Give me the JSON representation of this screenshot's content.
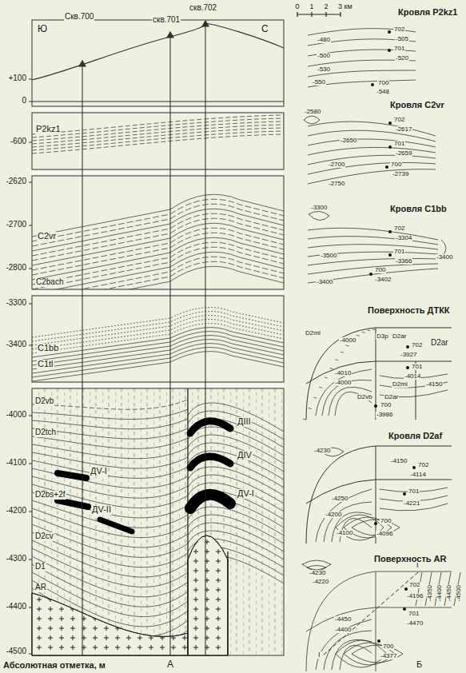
{
  "diagram": {
    "labels": [
      "Ю",
      "Скв.700",
      "скв.701",
      "скв.702",
      "С",
      "+100",
      "0",
      "-600",
      "P2kz1",
      "-2620",
      "-2700",
      "-2800",
      "C2vr",
      "C2bach",
      "-3300",
      "-3400",
      "C1bb",
      "C1tl",
      "D2vb",
      "-4000",
      "D2tch",
      "-4100",
      "-4200",
      "D2bs+2f",
      "-4300",
      "D2cv",
      "D1",
      "-4400",
      "AR",
      "-4500",
      "ДIII",
      "ДIV",
      "ДV-I",
      "ДV-I",
      "ДV-II",
      "А",
      "Абсолютная отметка, м",
      "0",
      "1",
      "2",
      "3 км",
      "Кровля P2kz1",
      "702",
      "-505",
      "701",
      "-520",
      "-480",
      "-500",
      "-530",
      "-550",
      "700",
      "-548",
      "Кровля C2vr",
      "-2580",
      "702",
      "-2617",
      "-2650",
      "701",
      "-2659",
      "-2700",
      "700",
      "-2739",
      "-2750",
      "Кровля C1bb",
      "-3300",
      "702",
      "-3304",
      "701",
      "-3366",
      "-3500",
      "-3400",
      "700",
      "-3402",
      "-3400",
      "Поверхность ДТКК",
      "D2ml",
      "D3p",
      "D2ar",
      "702",
      "-3927",
      "-4000",
      "D2ar",
      "701",
      "-4014",
      "-4010",
      "-4000",
      "D2ml",
      "-4150",
      "D2vb",
      "D2ar",
      "700",
      "-3986",
      "Кровля D2af",
      "-4230",
      "-4150",
      "702",
      "-4114",
      "701",
      "-4250",
      "-4221",
      "-4200",
      "-4100",
      "700",
      "-4096",
      "Поверхность AR",
      "I",
      "-4230",
      "-4220",
      "702",
      "-4350",
      "-4400",
      "-4450",
      "-4500",
      "-4196",
      "701",
      "-4450",
      "-4400",
      "-4470",
      "700",
      "-4377",
      "I",
      "Б"
    ]
  }
}
